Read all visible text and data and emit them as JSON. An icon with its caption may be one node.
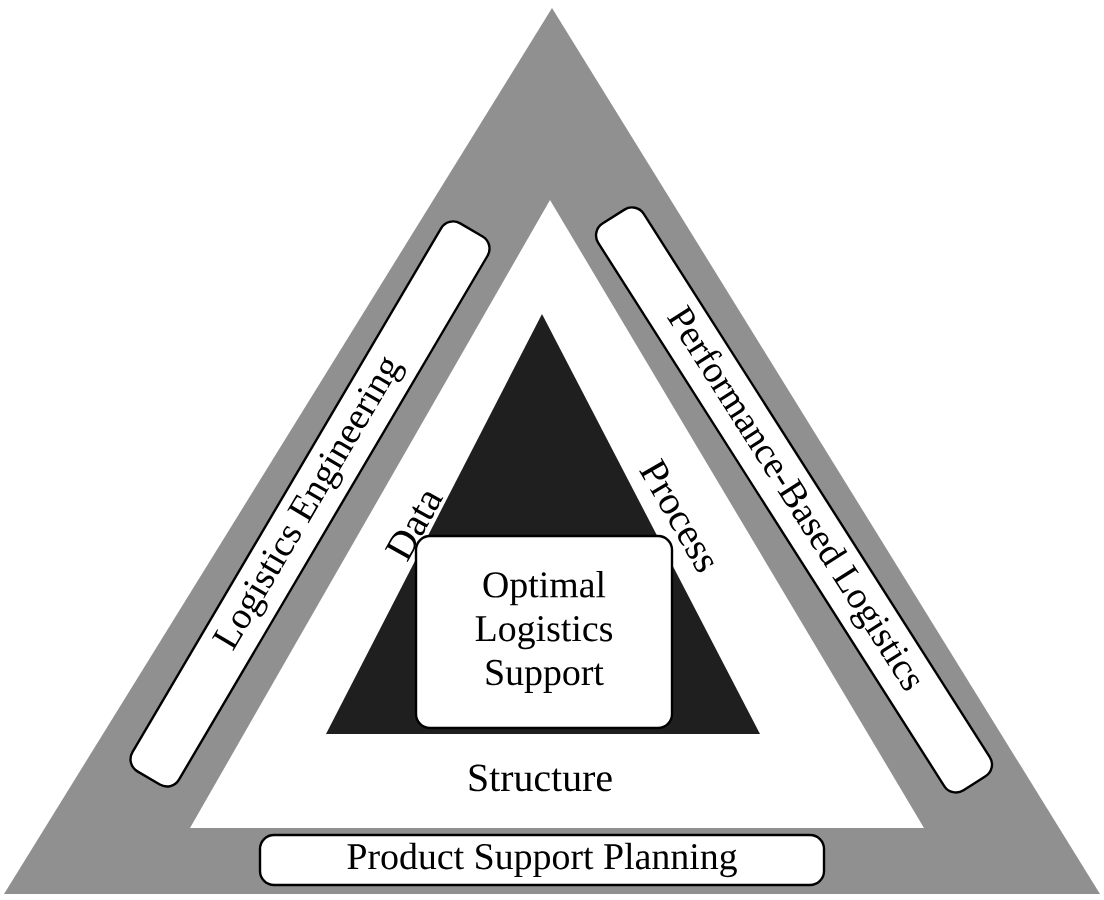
{
  "diagram": {
    "nodes": [
      {
        "text": [
          "Logistics Engineering"
        ]
      },
      {
        "text": [
          "Performance-Based Logistics"
        ]
      },
      {
        "text": [
          "Optimal Logistics Support"
        ]
      },
      {
        "text": [
          "Product Support Planning"
        ]
      }
    ],
    "labels": [
      "Data",
      "Process",
      "Structure"
    ]
  }
}
